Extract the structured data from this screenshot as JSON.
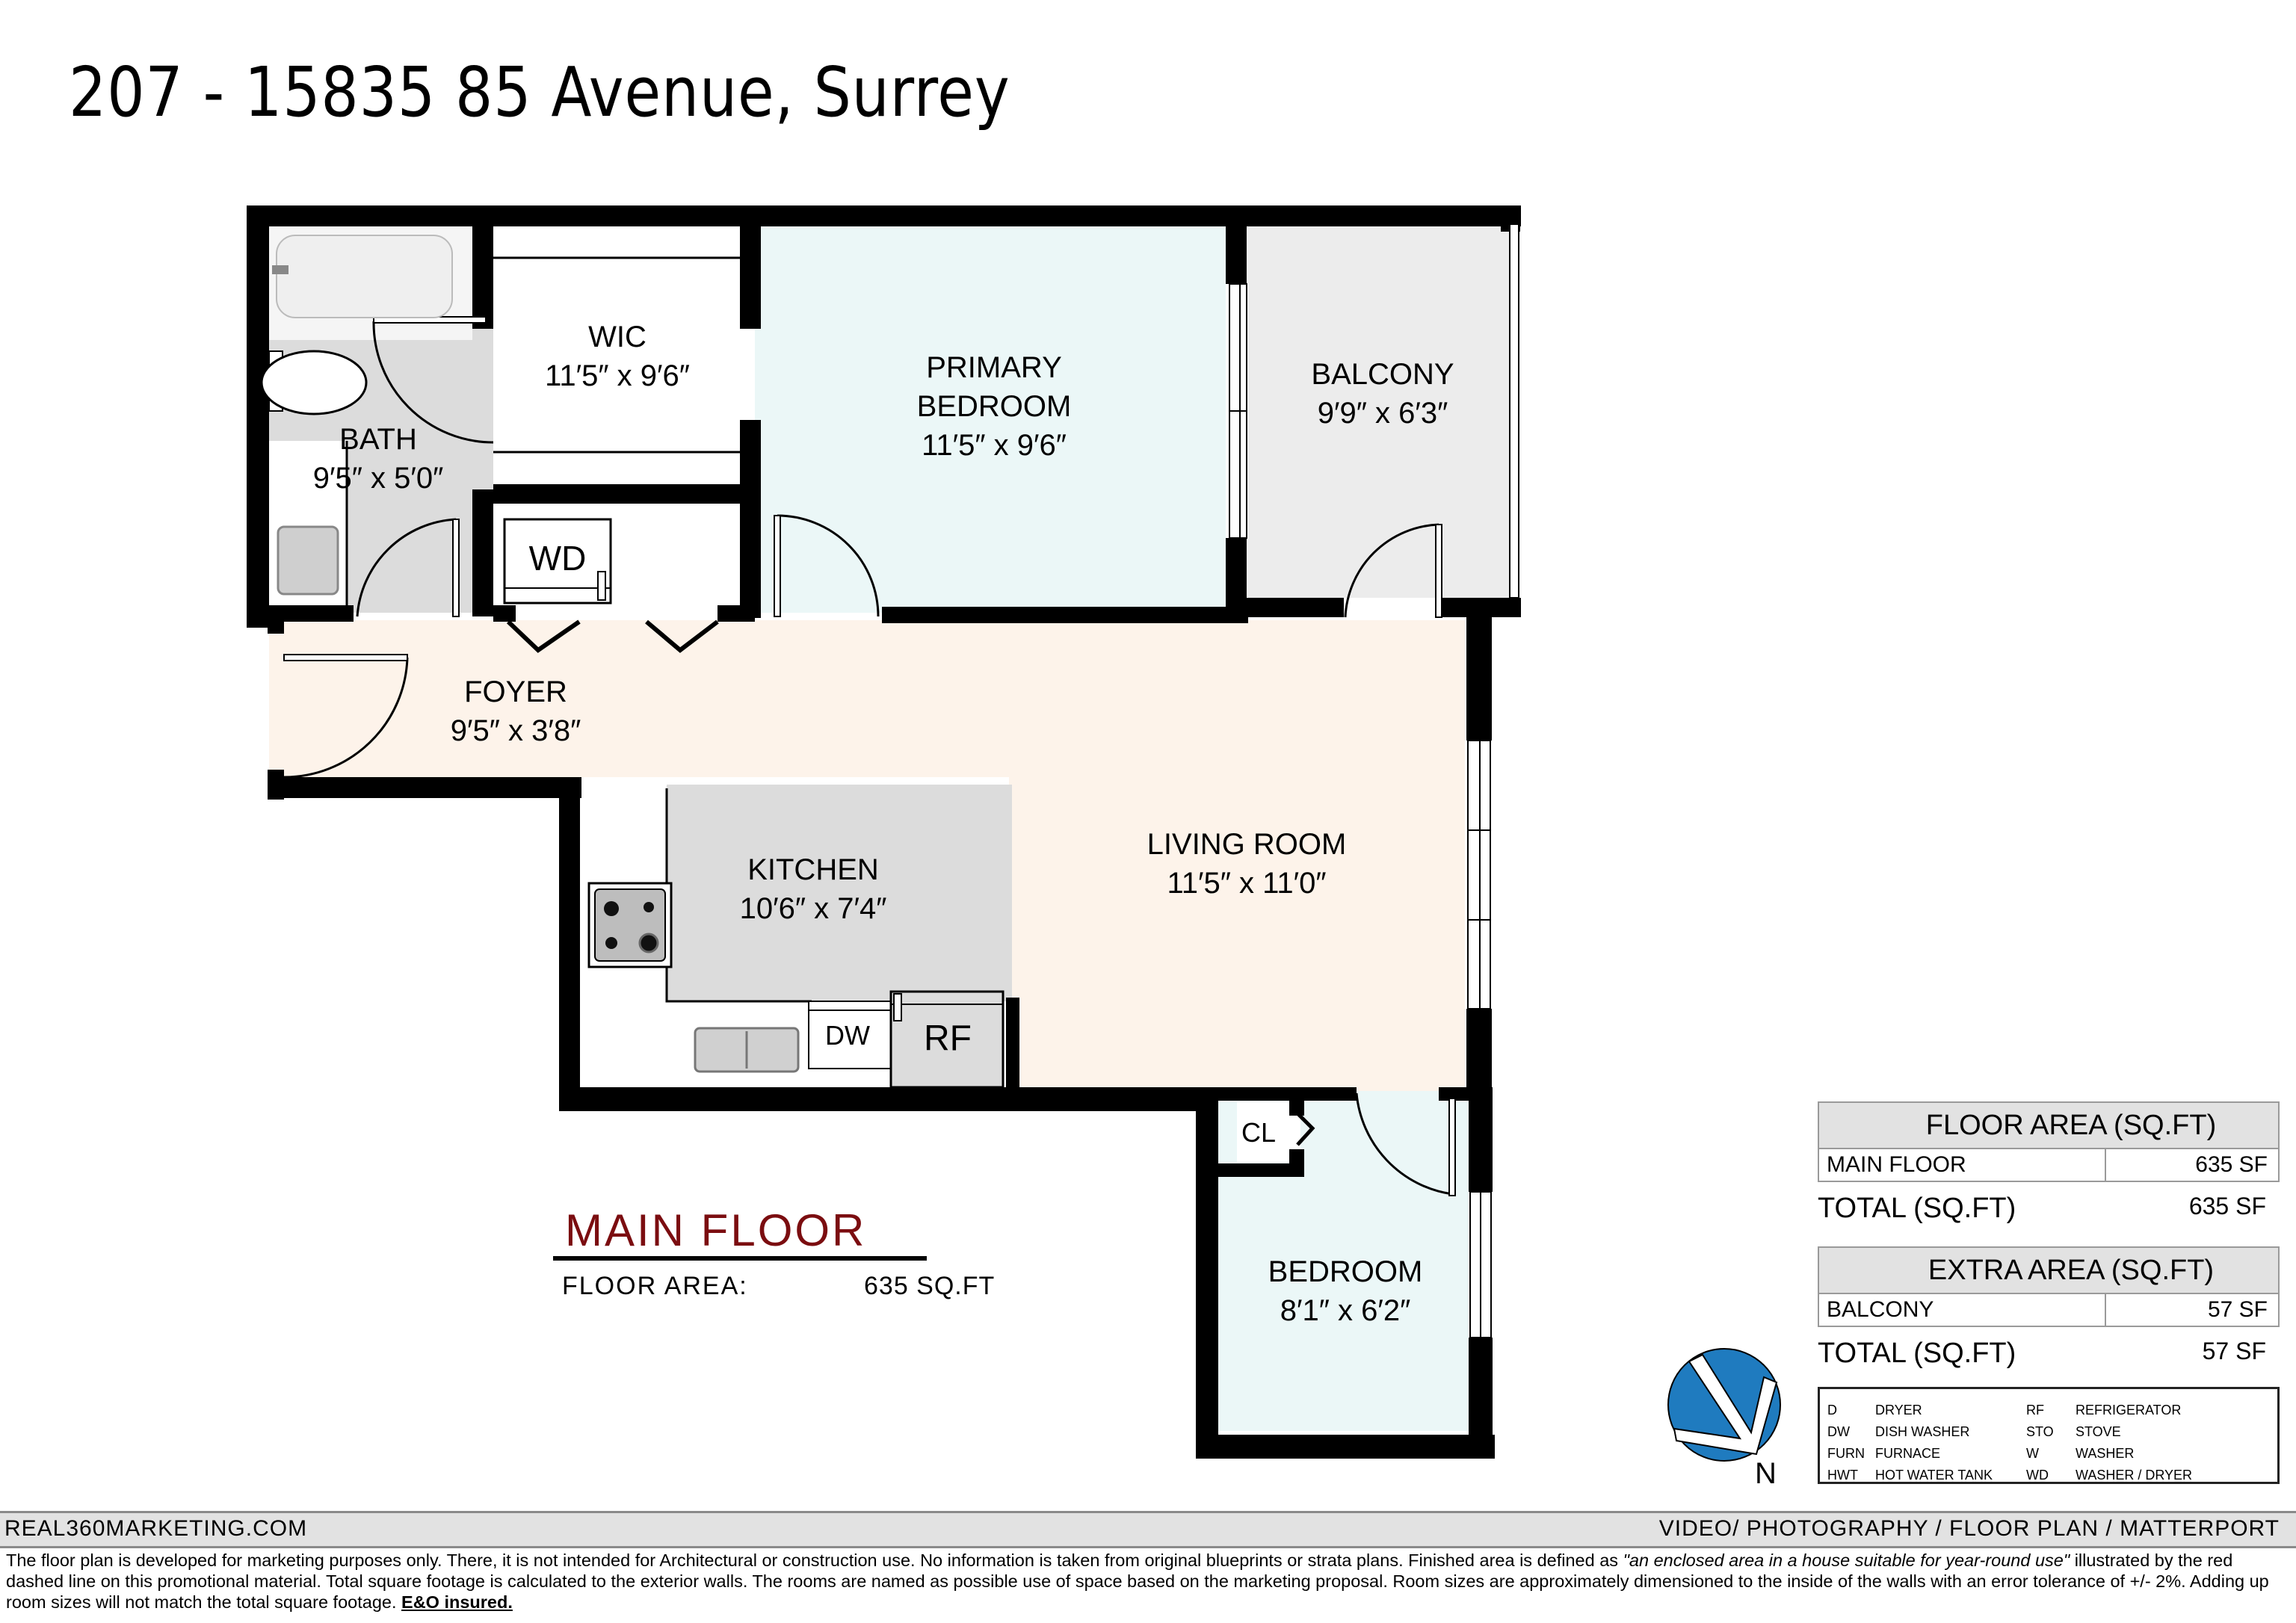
{
  "header": {
    "title": "207 - 15835 85 Avenue, Surrey"
  },
  "rooms": [
    {
      "id": "wic",
      "name": "WIC",
      "dims": "11′5″ x 9′6″",
      "fill": "#ffffff"
    },
    {
      "id": "primary-bedroom",
      "name_line1": "PRIMARY",
      "name_line2": "BEDROOM",
      "dims": "11′5″ x 9′6″",
      "fill": "#ebf7f7"
    },
    {
      "id": "balcony",
      "name": "BALCONY",
      "dims": "9′9″ x 6′3″",
      "fill": "#ececec"
    },
    {
      "id": "bath",
      "name": "BATH",
      "dims": "9′5″ x 5′0″",
      "fill": "#dcdcdc"
    },
    {
      "id": "foyer",
      "name": "FOYER",
      "dims": "9′5″ x 3′8″",
      "fill": "#fdf3ea"
    },
    {
      "id": "kitchen",
      "name": "KITCHEN",
      "dims": "10′6″ x 7′4″",
      "fill": "#dcdcdc"
    },
    {
      "id": "living-room",
      "name": "LIVING ROOM",
      "dims": "11′5″ x 11′0″",
      "fill": "#fdf3ea"
    },
    {
      "id": "bedroom",
      "name": "BEDROOM",
      "dims": "8′1″ x 6′2″",
      "fill": "#ebf7f7"
    }
  ],
  "appliances": {
    "washer_dryer": "WD",
    "dishwasher": "DW",
    "refrigerator": "RF",
    "closet": "CL"
  },
  "main_floor": {
    "title": "MAIN FLOOR",
    "area_label": "FLOOR AREA:",
    "area_value": "635 SQ.FT",
    "title_color": "#7b0d10"
  },
  "floor_area_table": {
    "header": "FLOOR AREA (SQ.FT)",
    "rows": [
      {
        "label": "MAIN FLOOR",
        "value": "635 SF"
      }
    ],
    "total_label": "TOTAL (SQ.FT)",
    "total_value": "635 SF"
  },
  "extra_area_table": {
    "header": "EXTRA AREA (SQ.FT)",
    "rows": [
      {
        "label": "BALCONY",
        "value": "57 SF"
      }
    ],
    "total_label": "TOTAL (SQ.FT)",
    "total_value": "57 SF"
  },
  "legend": [
    {
      "code": "D",
      "meaning": "DRYER"
    },
    {
      "code": "DW",
      "meaning": "DISH WASHER"
    },
    {
      "code": "FURN",
      "meaning": "FURNACE"
    },
    {
      "code": "HWT",
      "meaning": "HOT WATER TANK"
    },
    {
      "code": "RF",
      "meaning": "REFRIGERATOR"
    },
    {
      "code": "STO",
      "meaning": "STOVE"
    },
    {
      "code": "W",
      "meaning": "WASHER"
    },
    {
      "code": "WD",
      "meaning": "WASHER / DRYER"
    }
  ],
  "compass": {
    "label": "N",
    "color": "#1f7bbf"
  },
  "footer": {
    "website": "REAL360MARKETING.COM",
    "services": "VIDEO/ PHOTOGRAPHY / FLOOR PLAN / MATTERPORT",
    "disclaimer_part1": "The floor plan is developed for marketing purposes only. There, it is not intended for Architectural or construction use. No information is  taken from original blueprints or strata plans. Finished area is defined as  ",
    "disclaimer_quote": "\"an enclosed area in a house suitable for year-round use\"",
    "disclaimer_part2": " illustrated by the red dashed line on this promotional material. Total square footage is calculated to the exterior walls. The rooms are named as possible use of space based on the marketing proposal. Room sizes are approximately dimensioned to the inside of the walls with an error tolerance of +/- 2%. Adding up room sizes will not match the total square footage. ",
    "disclaimer_insured": "E&O insured."
  }
}
